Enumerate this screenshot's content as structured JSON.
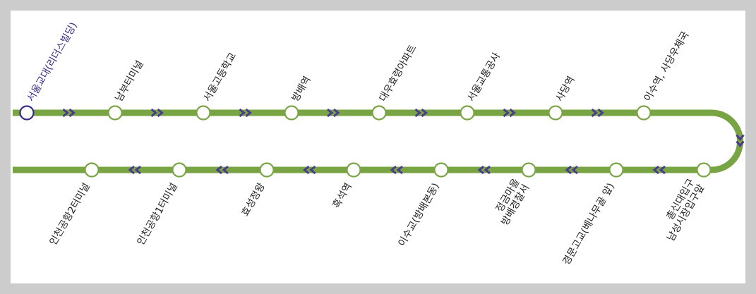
{
  "colors": {
    "line": "#79a444",
    "arrow": "#4a3b8f",
    "stop_fill": "#ffffff",
    "first_stop": "#3b2a86",
    "label": "#222222"
  },
  "top_row": [
    {
      "name": "서울교대(리더스빌딩)",
      "current": true
    },
    {
      "name": "남부터미널"
    },
    {
      "name": "서울고등학교"
    },
    {
      "name": "방배역"
    },
    {
      "name": "대우효령아파트"
    },
    {
      "name": "서울교통공사"
    },
    {
      "name": "사당역"
    },
    {
      "name": "이수역, 사당우체국"
    }
  ],
  "bottom_row": [
    {
      "lines": [
        "인천공항2터미널"
      ]
    },
    {
      "lines": [
        "인천공항1터미널"
      ]
    },
    {
      "lines": [
        "효성정왕"
      ]
    },
    {
      "lines": [
        "흑석역"
      ]
    },
    {
      "lines": [
        "이수교(방배본동)"
      ]
    },
    {
      "lines": [
        "정금마을",
        "방배경찰서"
      ]
    },
    {
      "lines": [
        "경문고교(베나무골 앞)"
      ]
    },
    {
      "lines": [
        "총신대입구",
        "남성시장입구앞"
      ]
    }
  ]
}
